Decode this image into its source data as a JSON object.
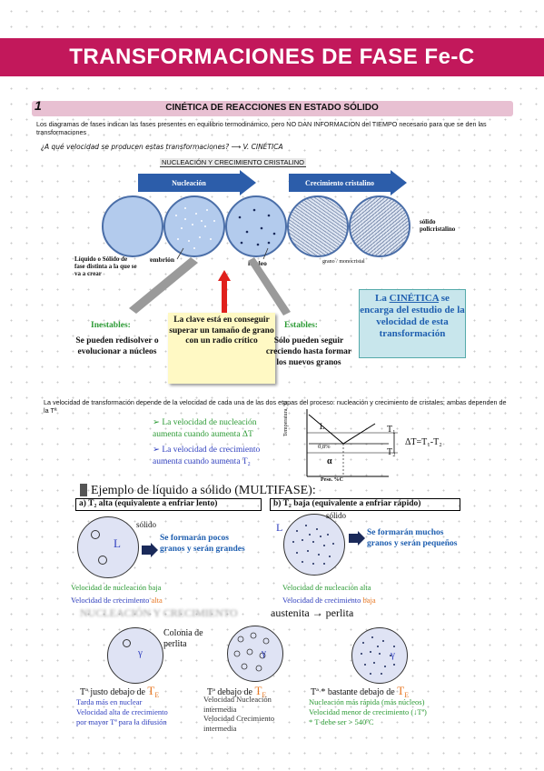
{
  "title": "TRANSFORMACIONES DE FASE Fe-C",
  "section": {
    "number": "1",
    "title": "CINÉTICA DE REACCIONES EN ESTADO SÓLIDO"
  },
  "intro": "Los diagramas de fases indican las fases presentes en equilibrio termodinámico, pero NO DAN INFORMACION del TIEMPO necesario para que se den las transformaciones",
  "question": "¿A qué velocidad se producen estas transformaciones? ⟶ V. CINÉTICA",
  "diagram1": {
    "header": "NUCLEACIÓN Y CRECIMIENTO CRISTALINO",
    "arrow_nucleacion": "Nucleación",
    "arrow_crecimiento": "Crecimiento cristalino",
    "label_liquido": "Líquido o Sólido de fase distinta a la que se va a crear",
    "label_embrion": "embrión",
    "label_nucleo": "núcleo",
    "label_grano": "grano / monocristal",
    "label_solido": "sólido policristalino",
    "inestables_title": "Inestables:",
    "inestables_text": "Se pueden redisolver o evolucionar a núcleos",
    "clave_text": "La clave está en conseguir superar un tamaño de grano con un radio crítico",
    "estables_title": "Estables:",
    "estables_text": "Sólo pueden seguir creciendo hasta formar los nuevos granos",
    "cinetica_box_pre": "La",
    "cinetica_box_word": "CINÉTICA",
    "cinetica_box_rest": "se encarga del estudio de la velocidad de esta transformación"
  },
  "velocity_text": "La velocidad de transformación depende de la velocidad de cada una de las dos etapas del proceso: nucleación y crecimiento de cristales; ambas dependen de la Tª",
  "velocity_bullets": [
    "La velocidad de nucleación aumenta cuando aumenta ΔT",
    "La velocidad de crecimiento aumenta cuando aumenta T₂"
  ],
  "phase_graph": {
    "ylabel": "Temperatura, ºC",
    "xlabel": "Peso. %C",
    "L": "L",
    "alpha": "α",
    "pct": "0,8%",
    "T1": "T₁",
    "T2": "T₂",
    "delta": "ΔT=T₁-T₂"
  },
  "example": {
    "title": "Ejemplo de líquido a sólido (MULTIFASE):",
    "a_header": "a) T₂ alta (equivalente a enfriar lento)",
    "b_header": "b) T₂ baja (equivalente a enfriar rápido)",
    "a_solido": "sólido",
    "a_L": "L",
    "a_result": "Se formarán pocos granos y serán grandes",
    "b_solido": "sólido",
    "b_L": "L",
    "b_result": "Se formarán muchos granos y serán pequeños",
    "a_nuc_label": "Velocidad de nucleación ",
    "a_nuc_val": "baja",
    "a_cre_label": "Velocidad de crecimiento ",
    "a_cre_val": "alta",
    "b_nuc_label": "Velocidad de nucleación ",
    "b_nuc_val": "alta",
    "b_cre_label": "Velocidad de crecimiento ",
    "b_cre_val": "baja"
  },
  "perlita": {
    "header_faded": "NUCLEACIÓN Y CRECIMIENTO",
    "header_rest": "austenita → perlita",
    "colonia": "Colonia de perlita",
    "gamma": "γ",
    "c1_title": "Tª justo debajo de",
    "c2_title": "Tª debajo de",
    "c3_title": "Tª * bastante debajo de",
    "TE": "T",
    "TE_sub": "E",
    "c1_lines": [
      "Tarda más en nuclear",
      "Velocidad alta de crecimiento",
      "por mayor Tª para la difusión"
    ],
    "c2_lines": [
      "Velocidad Nucleación",
      "intermedia",
      "Velocidad Crecimiento",
      "intermedia"
    ],
    "c3_lines": [
      "Nucleación más rápida (más núcleos)",
      "Velocidad menor de crecimiento (↓Tª)",
      "* T debe ser > 540ºC"
    ]
  }
}
